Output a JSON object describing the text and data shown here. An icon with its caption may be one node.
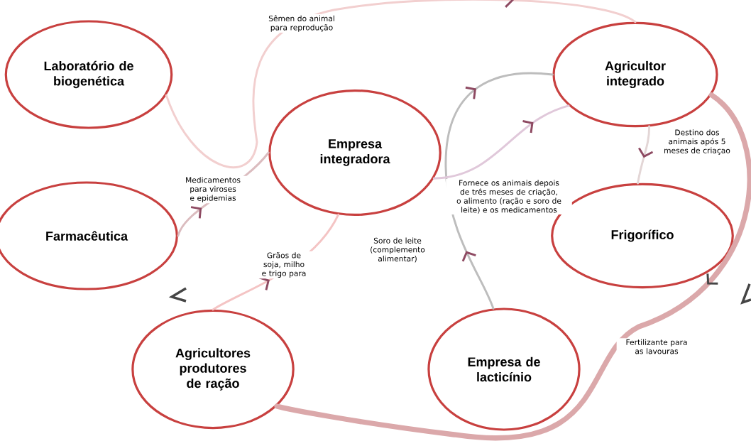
{
  "diagram": {
    "nodes": [
      {
        "text": [
          "Laboratório de biogenética"
        ]
      },
      {
        "text": [
          "Empresa integradora"
        ]
      },
      {
        "text": [
          "Agricultor integrado"
        ]
      },
      {
        "text": [
          "Farmacêutica"
        ]
      },
      {
        "text": [
          "Frigorífico"
        ]
      },
      {
        "text": [
          "Agricultores produtores de ração"
        ]
      },
      {
        "text": [
          "Empresa de lacticínio"
        ]
      },
      {
        "text": [],
        "shape": "chevron"
      },
      {
        "text": [],
        "shape": "chevron"
      }
    ],
    "edges": [
      {
        "from": 0,
        "to": 2,
        "arrow": "to",
        "label": "Sêmen do animal para reprodução",
        "color": "#f2cfcf"
      },
      {
        "from": 6,
        "to": 2,
        "arrow": "to",
        "label": "Soro de leite (complemento alimentar)",
        "color": "#bdbdbd"
      },
      {
        "from": 3,
        "to": 1,
        "arrow": "to",
        "label": "Medicamentos para viroses e epidemias",
        "color": "#dbbcbf"
      },
      {
        "from": 1,
        "to": 2,
        "arrow": "to",
        "label": "Fornece os animais depois de três meses de criação, o alimento (ração e soro de leite) e os medicamentos",
        "color": "#e0c8da"
      },
      {
        "from": 5,
        "to": 1,
        "arrow": "to",
        "label": "Grãos de soja, milho e trigo para",
        "color": "#f4c4c4"
      },
      {
        "from": 2,
        "to": 4,
        "arrow": "to",
        "label": "Destino dos animais após 5 meses de criaçao",
        "color": "#e3d6d6"
      },
      {
        "from": 2,
        "to": 5,
        "arrow": "to",
        "label": "Fertilizante para as lavouras",
        "style": "thick",
        "color": "#dba8aa"
      }
    ]
  }
}
